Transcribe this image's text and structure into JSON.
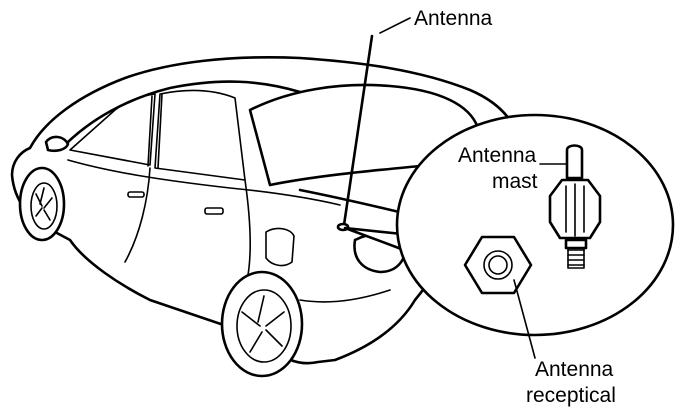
{
  "diagram": {
    "labels": {
      "antenna": "Antenna",
      "antenna_mast_line1": "Antenna",
      "antenna_mast_line2": "mast",
      "antenna_receptical_line1": "Antenna",
      "antenna_receptical_line2": "receptical"
    }
  }
}
